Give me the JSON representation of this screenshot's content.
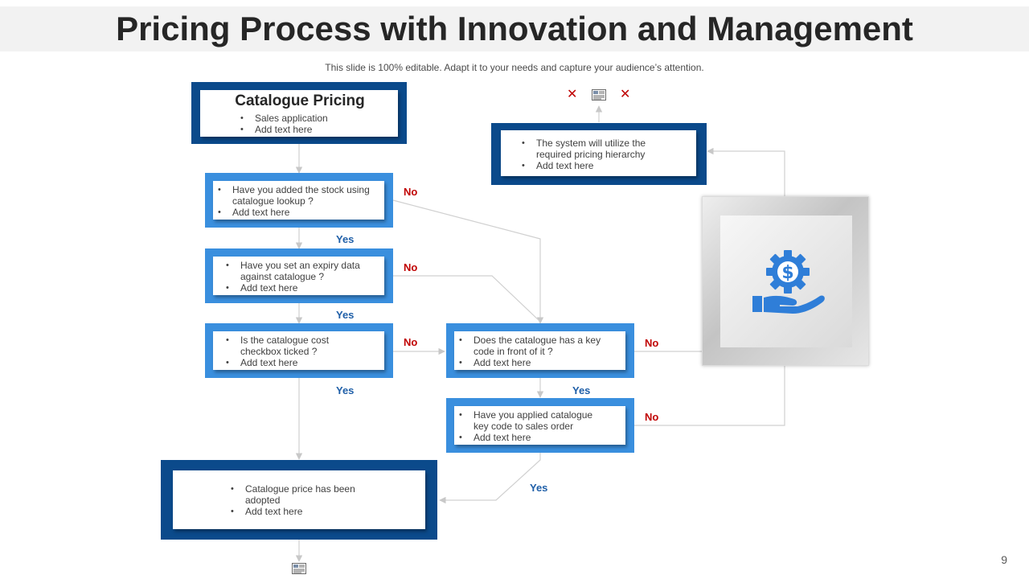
{
  "header": {
    "title": "Pricing Process with Innovation and Management",
    "subtitle": "This slide is 100% editable. Adapt it to your needs and capture your audience’s attention."
  },
  "boxes": {
    "catalogue_pricing": {
      "heading": "Catalogue Pricing",
      "bullets": [
        "Sales application",
        "Add text here"
      ]
    },
    "stock_check": {
      "bullets": [
        "Have you added the stock using catalogue lookup ?",
        "Add text here"
      ]
    },
    "expiry_check": {
      "bullets": [
        "Have you set an expiry data against catalogue ?",
        "Add text here"
      ]
    },
    "cost_check": {
      "bullets": [
        "Is the catalogue cost checkbox ticked ?",
        "Add text here"
      ]
    },
    "key_code_check": {
      "bullets": [
        "Does the catalogue has a key code in front of it ?",
        "Add text here"
      ]
    },
    "key_code_applied": {
      "bullets": [
        "Have you applied catalogue key code to sales order",
        "Add text here"
      ]
    },
    "system_hierarchy": {
      "bullets": [
        "The system will utilize the required pricing hierarchy",
        "Add text here"
      ]
    },
    "price_adopted": {
      "bullets": [
        "Catalogue price has been adopted",
        "Add text here"
      ]
    }
  },
  "labels": {
    "no": "No",
    "yes": "Yes"
  },
  "icons": {
    "panel": "dollar-gear-hand-icon",
    "accent": "#2f7ed8",
    "dark_blue": "#0b4a8b",
    "light_blue": "#3a8fde",
    "no_color": "#c00000",
    "yes_color": "#1f5fa8"
  },
  "page_number": "9"
}
